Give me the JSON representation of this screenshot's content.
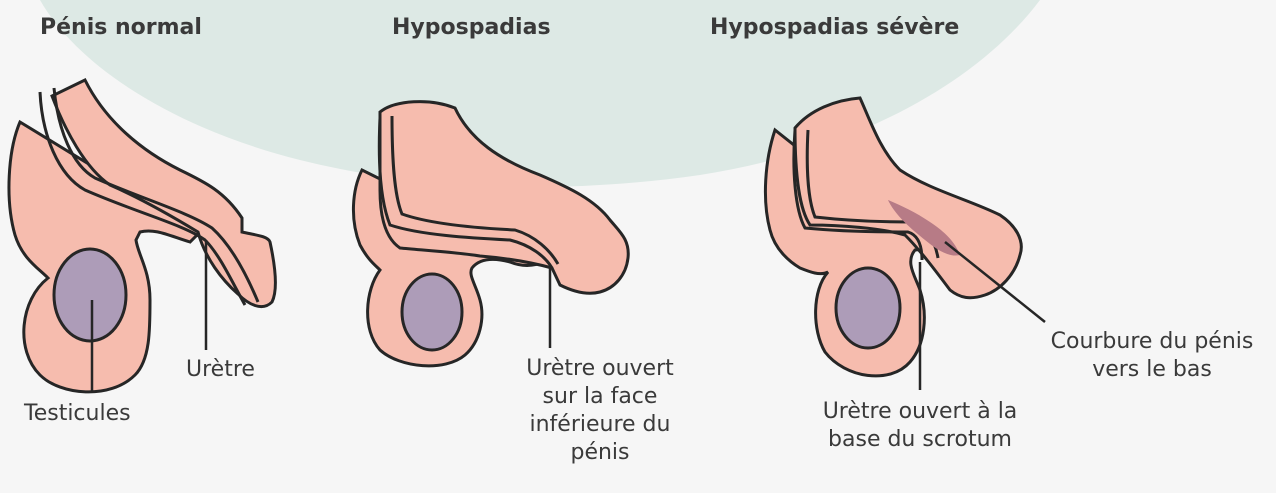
{
  "headings": {
    "normal": "Pénis normal",
    "hypospadias": "Hypospadias",
    "severe": "Hypospadias sévère"
  },
  "labels": {
    "uretre": "Urètre",
    "testicules": "Testicules",
    "hypo_open": [
      "Urètre ouvert",
      "sur la face",
      "inférieure du",
      "pénis"
    ],
    "severe_open": [
      "Urètre ouvert à la",
      "base du scrotum"
    ],
    "curvature": [
      "Courbure du pénis",
      "vers le bas"
    ]
  },
  "colors": {
    "background": "#f6f6f6",
    "backdrop": "#dde9e5",
    "skin": "#f6bcae",
    "testicle": "#ad9cb8",
    "meatus": "#b77b86",
    "outline": "#262626"
  }
}
